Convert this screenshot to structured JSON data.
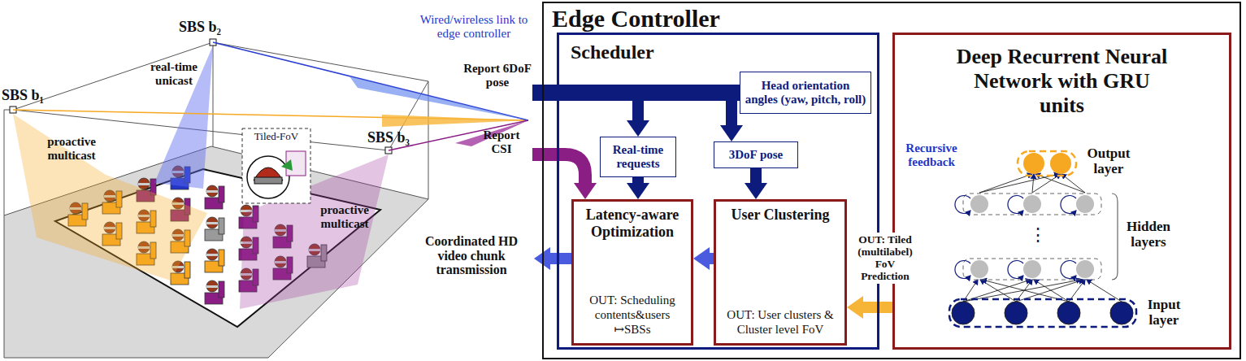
{
  "diagram": {
    "nodes": [
      {
        "text": [
          "Edge Controller"
        ]
      },
      {
        "text": [
          "Scheduler"
        ],
        "in": 0
      },
      {
        "text": [
          "Head orientation angles (yaw, pitch, roll)"
        ],
        "in": 1
      },
      {
        "text": [
          "Real-time requests"
        ],
        "in": 1
      },
      {
        "text": [
          "3DoF pose"
        ],
        "in": 1
      },
      {
        "text": [
          "Latency-aware Optimization",
          "OUT: Scheduling contents&users ↦SBSs"
        ],
        "in": 1
      },
      {
        "text": [
          "User Clustering",
          "OUT: User clusters & Cluster level FoV"
        ],
        "in": 1
      },
      {
        "text": [
          "Deep Recurrent Neural Network with GRU units"
        ],
        "in": 0
      }
    ],
    "edges": [
      {
        "from": 2,
        "to": 7,
        "arrow": "to"
      },
      {
        "from": 3,
        "to": 5,
        "arrow": "to"
      },
      {
        "from": 4,
        "to": 6,
        "arrow": "to"
      },
      {
        "from": 6,
        "to": 5,
        "arrow": "to"
      },
      {
        "from": 7,
        "to": 6,
        "arrow": "to",
        "label": "OUT: Tiled (multilabel) FoV Prediction"
      }
    ],
    "labels": [
      "SBS b₁",
      "SBS b₂",
      "SBS b₃",
      "real-time unicast",
      "proactive multicast",
      "proactive multicast",
      "Tiled-FoV",
      "Wired/wireless link to edge controller",
      "Report 6DoF pose",
      "Report CSI",
      "Coordinated HD video chunk transmission",
      "Recursive feedback",
      "Output layer",
      "Hidden layers",
      "Input layer"
    ]
  }
}
